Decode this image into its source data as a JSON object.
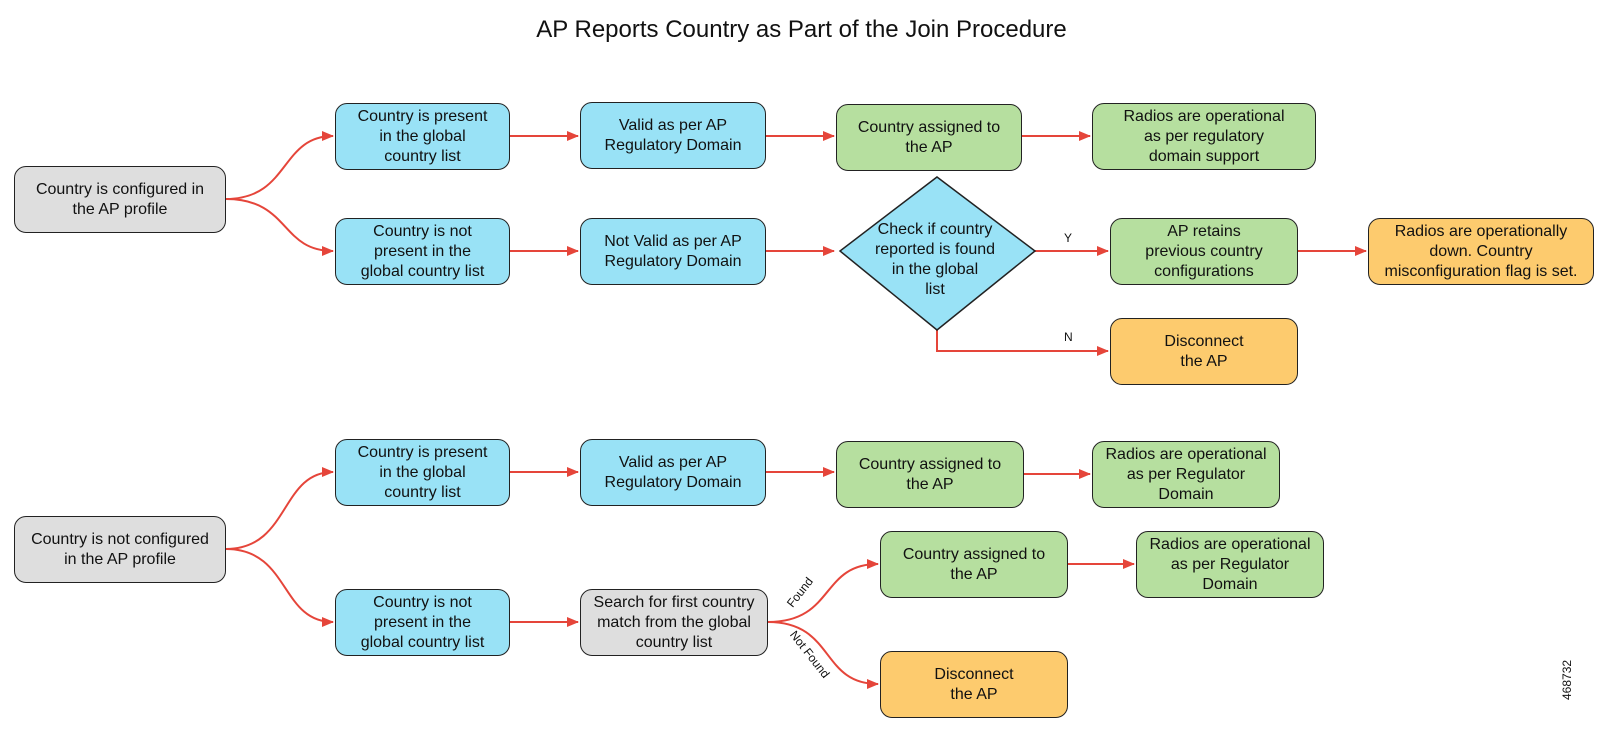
{
  "title": "AP Reports Country as Part of the Join Procedure",
  "nodes": {
    "configured": "Country is configured in\nthe AP profile",
    "not_configured": "Country is not configured\nin the AP profile",
    "a_present": "Country is present\nin the global\ncountry list",
    "a_valid": "Valid as per AP\nRegulatory Domain",
    "a_assigned": "Country assigned to\nthe AP",
    "a_radios": "Radios are operational\nas per regulatory\ndomain support",
    "b_not_present": "Country is not\npresent in the\nglobal country list",
    "b_not_valid": "Not Valid as per AP\nRegulatory Domain",
    "b_check": "Check if country\nreported is found\nin the global\nlist",
    "b_retains": "AP retains\nprevious country\nconfigurations",
    "b_down": "Radios are operationally\ndown. Country\nmisconfiguration flag is set.",
    "b_disconnect": "Disconnect\nthe AP",
    "c_present": "Country is present\nin the global\ncountry list",
    "c_valid": "Valid as per AP\nRegulatory Domain",
    "c_assigned": "Country assigned to\nthe AP",
    "c_radios": "Radios are operational\nas per Regulator\nDomain",
    "d_not_present": "Country is not\npresent in the\nglobal country list",
    "d_search": "Search for first country\nmatch from the global\ncountry list",
    "d_assigned": "Country assigned to\nthe AP",
    "d_radios": "Radios are operational\nas per Regulator\nDomain",
    "d_disconnect": "Disconnect\nthe AP"
  },
  "edge_labels": {
    "yes": "Y",
    "no": "N",
    "found": "Found",
    "not_found": "Not Found"
  },
  "figure_id": "468732",
  "colors": {
    "arrow": "#e5453a",
    "gray": "#dedede",
    "blue": "#99e2f6",
    "green": "#b6df9f",
    "orange": "#fdcb6e"
  }
}
